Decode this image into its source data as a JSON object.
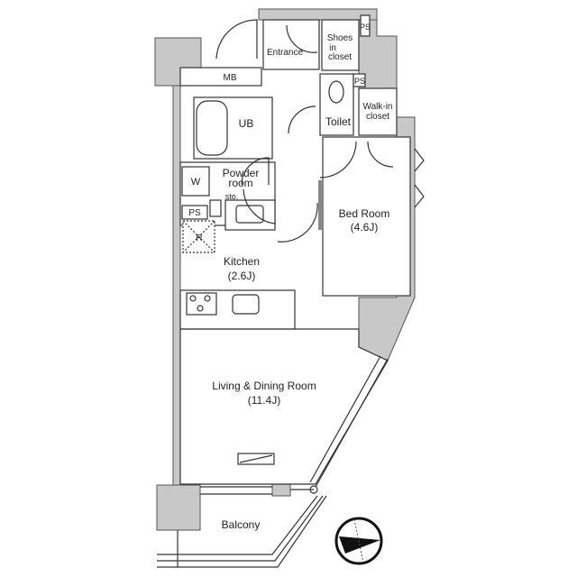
{
  "plan": {
    "rooms": {
      "entrance": "Entrance",
      "shoes_closet": [
        "Shoes",
        "in",
        "closet"
      ],
      "ps_top": "PS",
      "ps_toilet": "PS",
      "mb": "MB",
      "ub": "UB",
      "toilet": "Toilet",
      "walk_in": [
        "Walk-in",
        "closet"
      ],
      "powder": [
        "Powder",
        "room"
      ],
      "washer": "W",
      "sto": "sto.",
      "ps_kitchen": "PS",
      "fridge": "R",
      "kitchen": [
        "Kitchen",
        "(2.6J)"
      ],
      "bedroom": [
        "Bed Room",
        "(4.6J)"
      ],
      "living": [
        "Living & Dining Room",
        "(11.4J)"
      ],
      "balcony": "Balcony"
    },
    "colors": {
      "wall": "#c8c8c8",
      "line": "#333333"
    },
    "compass_icon": "north-arrow"
  }
}
